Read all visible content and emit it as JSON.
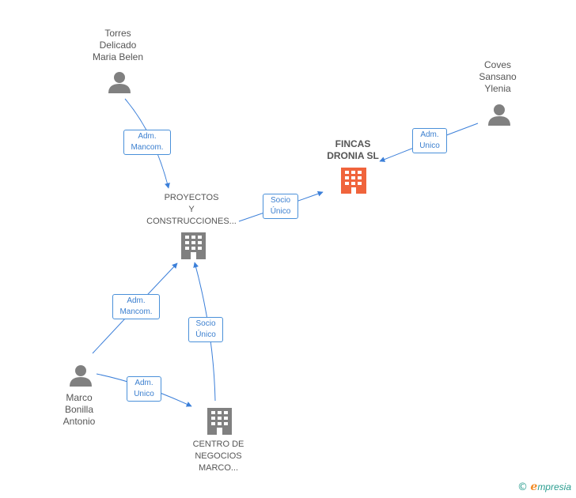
{
  "nodes": {
    "torres": {
      "lines": [
        "Torres",
        "Delicado",
        "Maria Belen"
      ]
    },
    "coves": {
      "lines": [
        "Coves",
        "Sansano",
        "Ylenia"
      ]
    },
    "fincas": {
      "lines": [
        "FINCAS",
        "DRONIA  SL"
      ]
    },
    "proyectos": {
      "lines": [
        "PROYECTOS",
        "Y",
        "CONSTRUCCIONES..."
      ]
    },
    "marco": {
      "lines": [
        "Marco",
        "Bonilla",
        "Antonio"
      ]
    },
    "centro": {
      "lines": [
        "CENTRO DE",
        "NEGOCIOS",
        "MARCO..."
      ]
    }
  },
  "edges": {
    "torres_proyectos": {
      "lines": [
        "Adm.",
        "Mancom."
      ]
    },
    "coves_fincas": {
      "lines": [
        "Adm.",
        "Unico"
      ]
    },
    "proyectos_fincas": {
      "lines": [
        "Socio",
        "Único"
      ]
    },
    "marco_proyectos": {
      "lines": [
        "Adm.",
        "Mancom."
      ]
    },
    "centro_proyectos": {
      "lines": [
        "Socio",
        "Único"
      ]
    },
    "marco_centro": {
      "lines": [
        "Adm.",
        "Unico"
      ]
    }
  },
  "colors": {
    "edge": "#3b7fd9",
    "person_icon": "#808080",
    "company_icon": "#808080",
    "focus_company_icon": "#f0643c"
  },
  "watermark": {
    "copyright": "©",
    "brand_initial": "e",
    "brand_rest": "mpresia"
  }
}
